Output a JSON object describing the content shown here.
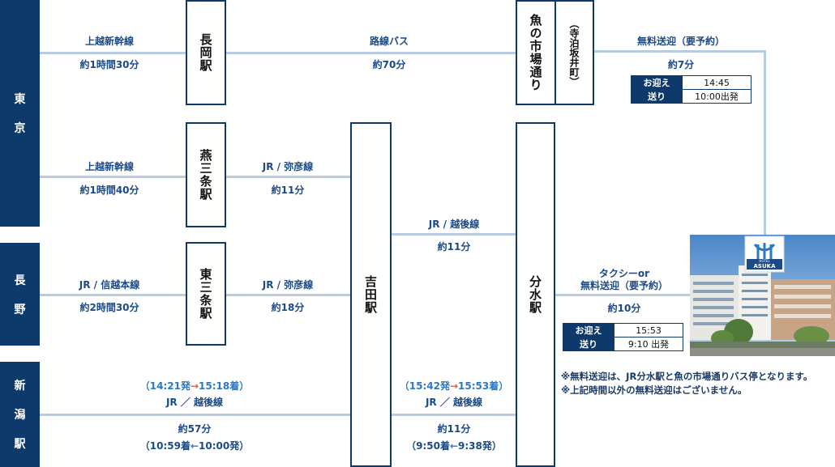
{
  "origins": [
    {
      "name": "東京",
      "chars": [
        "東",
        "京"
      ]
    },
    {
      "name": "長野",
      "chars": [
        "長",
        "野"
      ]
    },
    {
      "name": "新潟駅",
      "chars": [
        "新",
        "潟",
        "駅"
      ]
    }
  ],
  "stations": {
    "nagaoka": "長岡駅",
    "tsubame_sanjo": "燕三条駅",
    "higashi_sanjo": "東三条駅",
    "yoshida": "吉田駅",
    "bunsui": "分水駅",
    "sakana": "魚の市場通り",
    "teradomari": "（寺泊坂井町）"
  },
  "routes": {
    "tokyo_nagaoka": {
      "line": "上越新幹線",
      "time": "約1時間30分"
    },
    "nagaoka_sakana": {
      "line": "路線バス",
      "time": "約70分"
    },
    "sakana_hotel": {
      "line": "無料送迎（要予約）",
      "time": "約7分"
    },
    "tokyo_tsubame": {
      "line": "上越新幹線",
      "time": "約1時間40分"
    },
    "tsubame_yoshida": {
      "line": "JR / 弥彦線",
      "time": "約11分"
    },
    "yoshida_bunsui": {
      "line": "JR / 越後線",
      "time": "約11分"
    },
    "nagano_higashi": {
      "line": "JR / 信越本線",
      "time": "約2時間30分"
    },
    "higashi_yoshida": {
      "line": "JR / 弥彦線",
      "time": "約18分"
    },
    "bunsui_hotel": {
      "line1": "タクシーor",
      "line2": "無料送迎（要予約）",
      "time": "約10分"
    },
    "niigata_yoshida": {
      "dep_time": "14:21発",
      "arr_time": "15:18着",
      "line": "JR ／ 越後線",
      "time": "約57分",
      "ret_arr": "10:59着",
      "ret_dep": "10:00発"
    },
    "yoshida_bunsui_bottom": {
      "dep_time": "15:42発",
      "arr_time": "15:53着",
      "line": "JR ／ 越後線",
      "time": "約11分",
      "ret_arr": "9:50着",
      "ret_dep": "9:38発"
    }
  },
  "pickup_sakana": {
    "pickup_label": "お迎え",
    "pickup_time": "14:45",
    "dropoff_label": "送り",
    "dropoff_time": "10:00出発"
  },
  "pickup_bunsui": {
    "pickup_label": "お迎え",
    "pickup_time": "15:53",
    "dropoff_label": "送り",
    "dropoff_time": "9:10 出発"
  },
  "notes": [
    "※無料送迎は、JR分水駅と魚の市場通りバス停となります。",
    "※上記時間以外の無料送迎はございません。"
  ],
  "hotel": {
    "logo_small": "HOTEL",
    "logo_name": "ASUKA"
  },
  "colors": {
    "navy": "#0e3a6b",
    "line": "#b9cbe0",
    "accent_arrow": "#e8552b",
    "label_blue": "#2a79c6"
  }
}
